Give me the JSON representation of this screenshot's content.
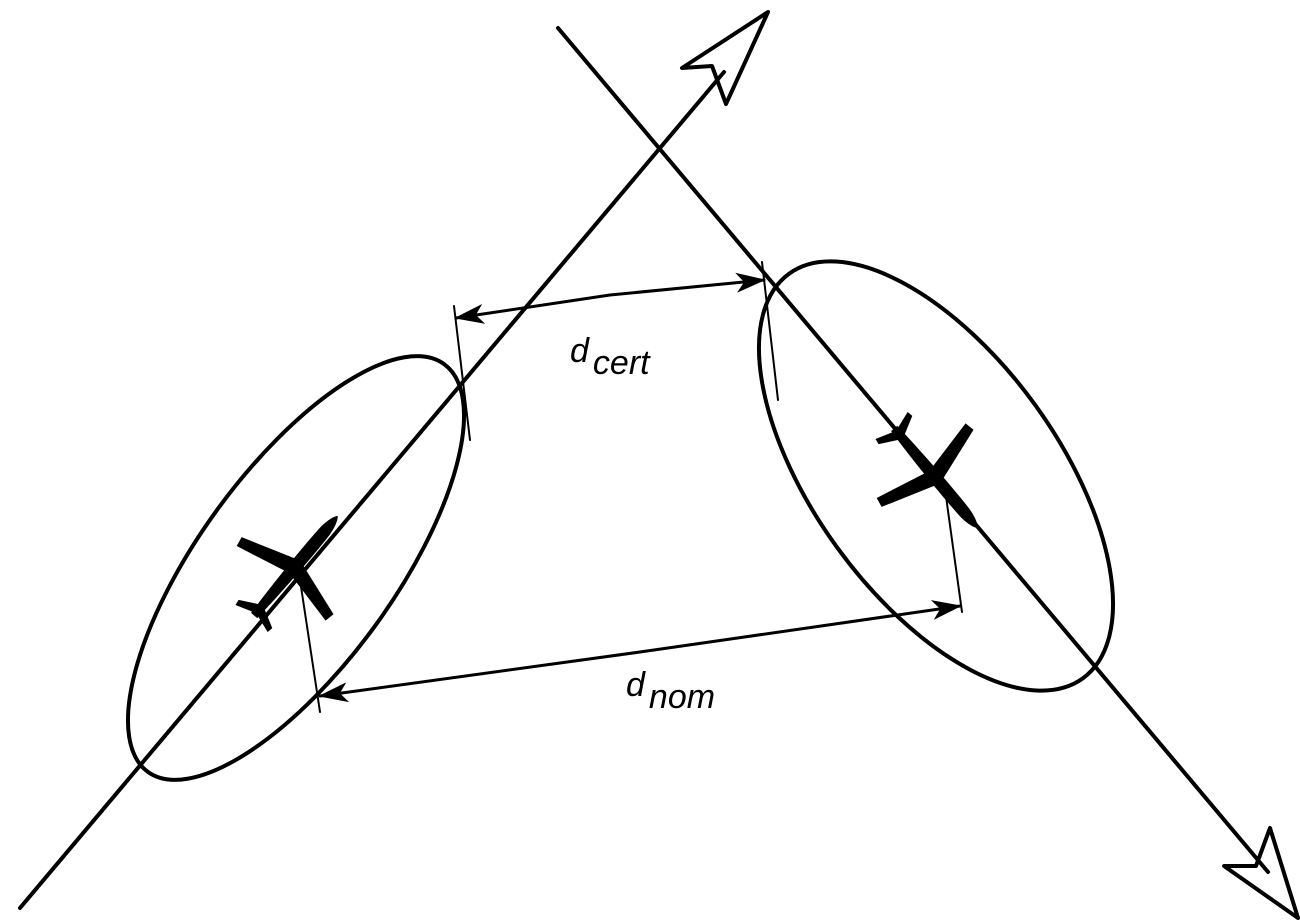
{
  "labels": {
    "d_cert": {
      "main": "d",
      "sub": "cert"
    },
    "d_nom": {
      "main": "d",
      "sub": "nom"
    }
  },
  "colors": {
    "ink": "#000000",
    "background": "#ffffff"
  },
  "icons": {
    "aircraft_left": "airplane-icon",
    "aircraft_right": "airplane-icon"
  }
}
